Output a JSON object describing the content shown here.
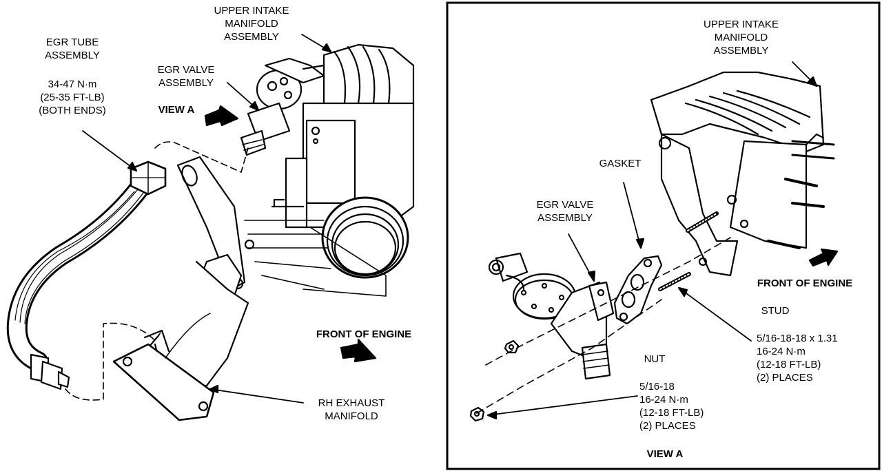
{
  "left_view": {
    "egr_tube": {
      "line1": "EGR TUBE",
      "line2": "ASSEMBLY"
    },
    "torque": {
      "line1": "34-47 N·m",
      "line2": "(25-35 FT-LB)",
      "line3": "(BOTH ENDS)"
    },
    "upper_intake": {
      "line1": "UPPER INTAKE",
      "line2": "MANIFOLD",
      "line3": "ASSEMBLY"
    },
    "egr_valve": {
      "line1": "EGR VALVE",
      "line2": "ASSEMBLY"
    },
    "view_a": "VIEW A",
    "front_of_engine": "FRONT OF ENGINE",
    "rh_exhaust": {
      "line1": "RH EXHAUST",
      "line2": "MANIFOLD"
    }
  },
  "right_view": {
    "upper_intake": {
      "line1": "UPPER INTAKE",
      "line2": "MANIFOLD",
      "line3": "ASSEMBLY"
    },
    "gasket": "GASKET",
    "egr_valve": {
      "line1": "EGR VALVE",
      "line2": "ASSEMBLY"
    },
    "front_of_engine": "FRONT OF ENGINE",
    "stud": "STUD",
    "stud_spec": {
      "line1": "5/16-18-18 x 1.31",
      "line2": "16-24 N·m",
      "line3": "(12-18 FT-LB)",
      "line4": "(2) PLACES"
    },
    "nut": "NUT",
    "nut_spec": {
      "line1": "5/16-18",
      "line2": "16-24 N·m",
      "line3": "(12-18 FT-LB)",
      "line4": "(2) PLACES"
    },
    "view_a_title": "VIEW A"
  }
}
